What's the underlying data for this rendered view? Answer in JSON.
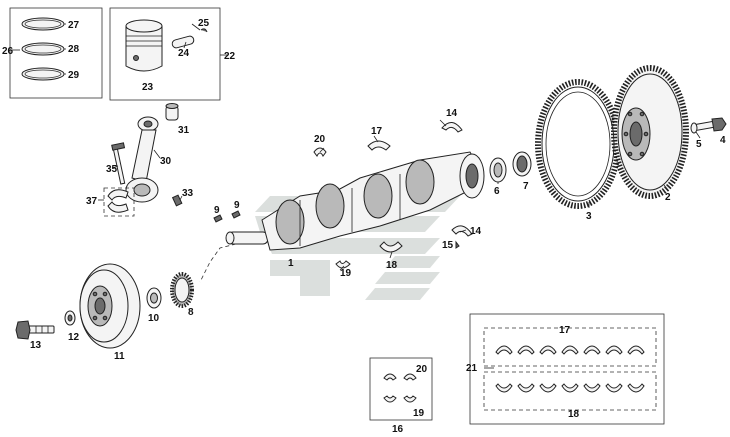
{
  "diagram": {
    "callouts": {
      "p1": "1",
      "p2": "2",
      "p3": "3",
      "p4": "4",
      "p5": "5",
      "p6": "6",
      "p7": "7",
      "p8": "8",
      "p9a": "9",
      "p9b": "9",
      "p10": "10",
      "p11": "11",
      "p12": "12",
      "p13": "13",
      "p14a": "14",
      "p14b": "14",
      "p15": "15",
      "p16": "16",
      "p17a": "17",
      "p17b": "17",
      "p18a": "18",
      "p18b": "18",
      "p19a": "19",
      "p19b": "19",
      "p20a": "20",
      "p20b": "20",
      "p21": "21",
      "p22": "22",
      "p23": "23",
      "p24": "24",
      "p25": "25",
      "p26": "26",
      "p27": "27",
      "p28": "28",
      "p29": "29",
      "p30": "30",
      "p31": "31",
      "p33": "33",
      "p35": "35",
      "p37": "37"
    },
    "colors": {
      "line": "#222222",
      "part_dark": "#6b6b6b",
      "part_mid": "#b9b9b9",
      "watermark": "#cfd5d1"
    }
  }
}
